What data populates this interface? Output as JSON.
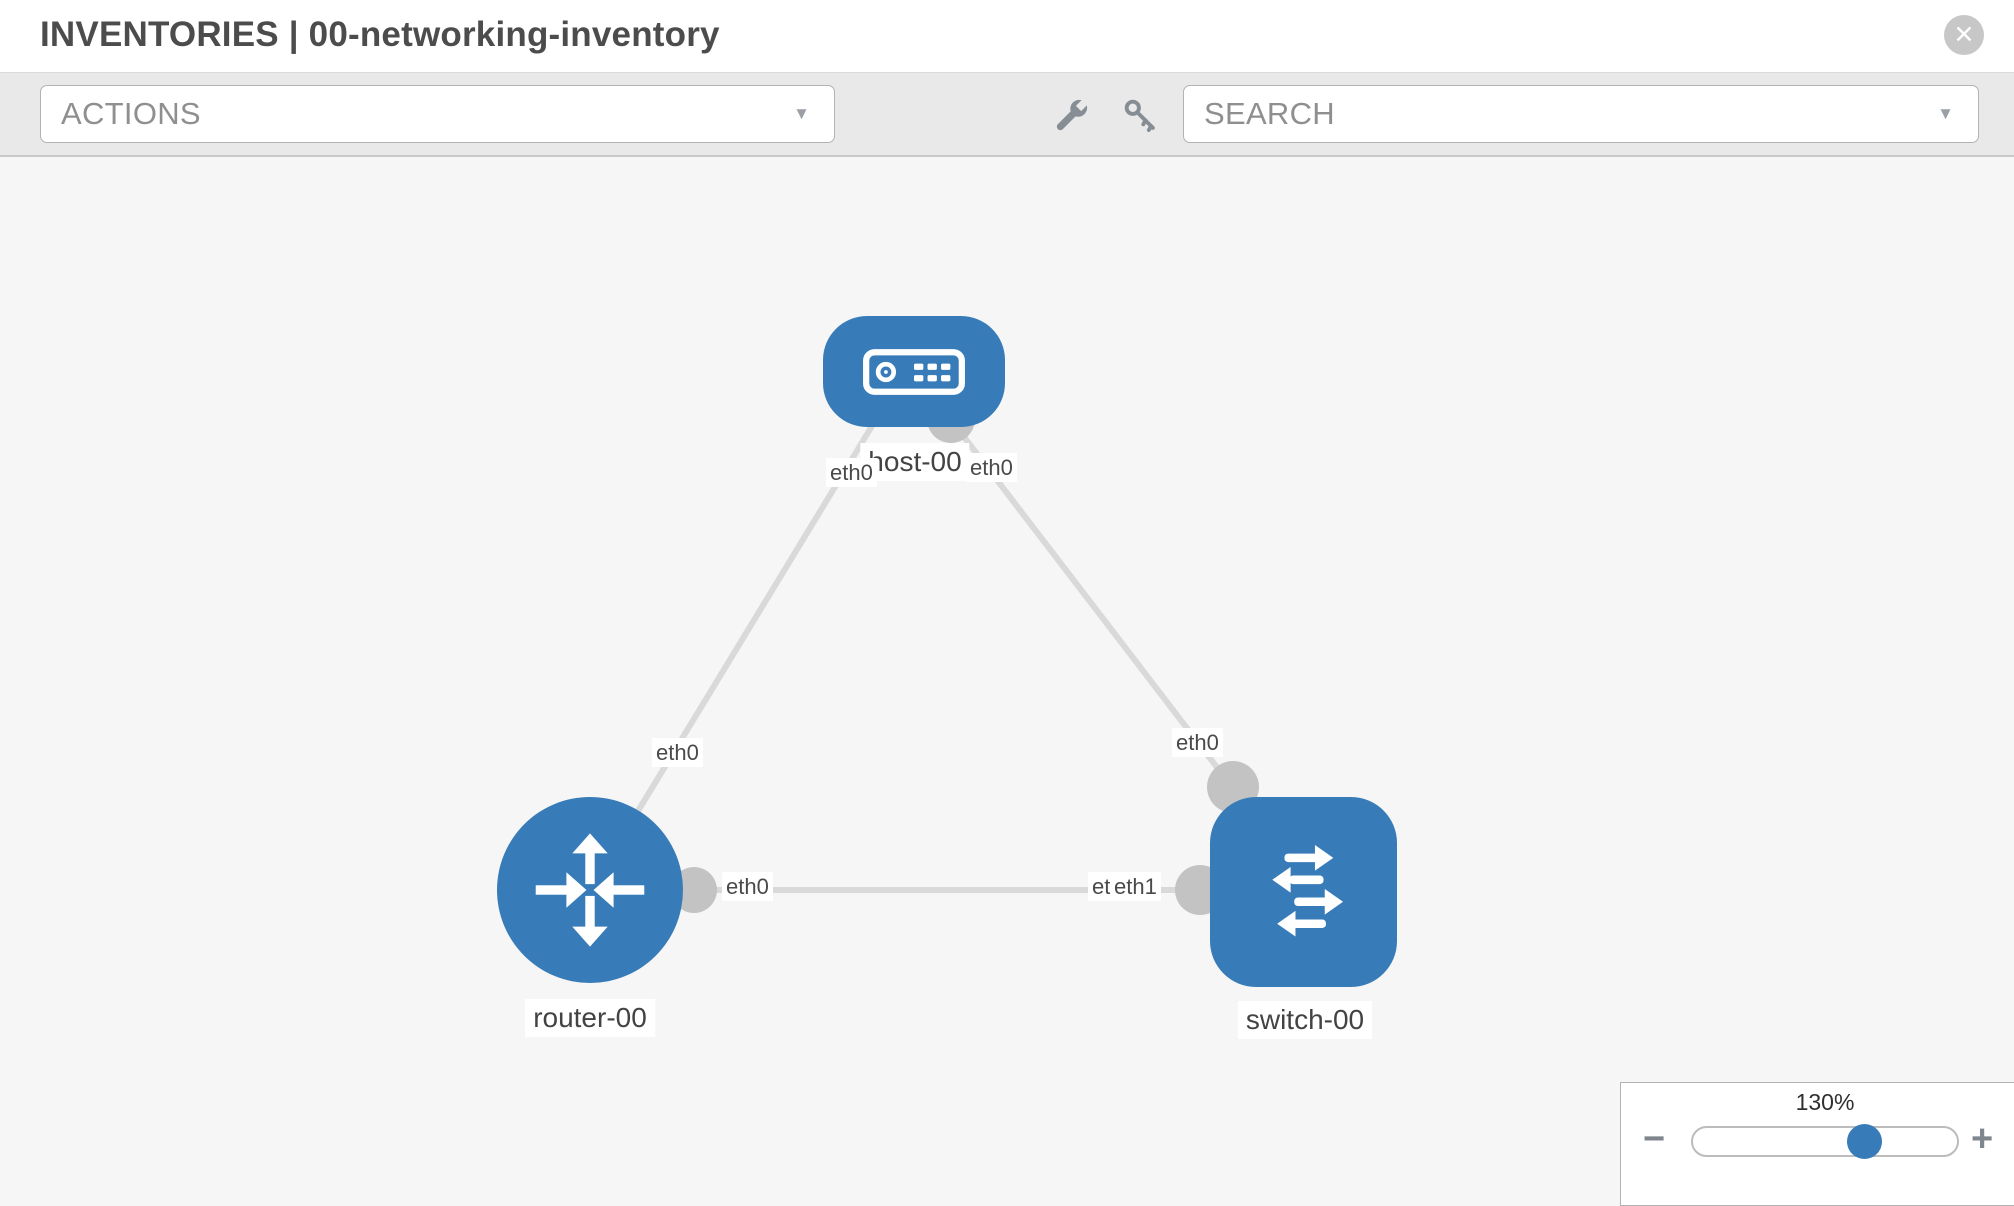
{
  "header": {
    "title": "INVENTORIES | 00-networking-inventory",
    "close_glyph": "✕"
  },
  "toolbar": {
    "actions_placeholder": "ACTIONS",
    "search_placeholder": "SEARCH",
    "dropdown_arrow": "▼"
  },
  "topology": {
    "nodes": [
      {
        "name": "host-00",
        "type": "host"
      },
      {
        "name": "router-00",
        "type": "router"
      },
      {
        "name": "switch-00",
        "type": "switch"
      }
    ],
    "interfaces": {
      "host_left": "eth0",
      "host_right": "eth0",
      "router_top": "eth0",
      "router_right": "eth0",
      "switch_top": "eth0",
      "switch_left_hidden": "eth0",
      "switch_left": "eth1"
    },
    "links": [
      {
        "from": "router-00",
        "to": "host-00",
        "from_if": "eth0",
        "to_if": "eth0"
      },
      {
        "from": "host-00",
        "to": "switch-00",
        "from_if": "eth0",
        "to_if": "eth0"
      },
      {
        "from": "router-00",
        "to": "switch-00",
        "from_if": "eth0",
        "to_if": "eth1"
      }
    ]
  },
  "zoom_control": {
    "level": "130%",
    "minus": "−",
    "plus": "+"
  },
  "colors": {
    "node_blue": "#377cb8",
    "link_gray": "#d9d9d9",
    "dot_gray": "#c3c3c3",
    "toolbar_gray": "#e9e9e9",
    "canvas_gray": "#f6f6f6"
  }
}
